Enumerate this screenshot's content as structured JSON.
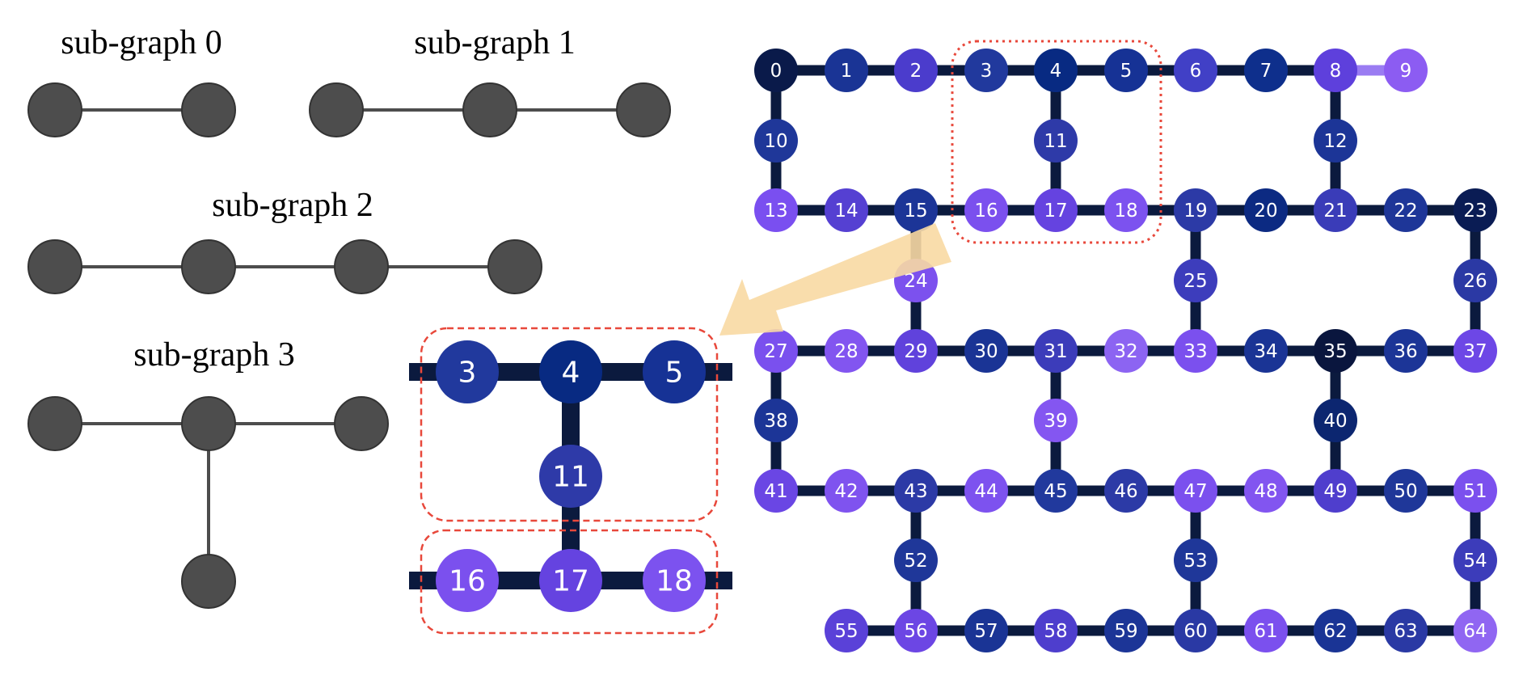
{
  "subgraphs": {
    "titles": [
      "sub-graph 0",
      "sub-graph 1",
      "sub-graph 2",
      "sub-graph 3"
    ]
  },
  "colors": {
    "subgraph_node": "#4d4d4d",
    "subgraph_edge": "#4d4d4d",
    "coupling_edge": "#0b1a3e",
    "highlight_box": "#e8483b",
    "arrow": "#f8d9a3",
    "light_edge": "#9a7cf2"
  },
  "device": {
    "qubits": [
      {
        "id": "0",
        "color": "#0a1a4a"
      },
      {
        "id": "1",
        "color": "#1a3495"
      },
      {
        "id": "2",
        "color": "#4b3ccc"
      },
      {
        "id": "3",
        "color": "#21399d"
      },
      {
        "id": "4",
        "color": "#082a82"
      },
      {
        "id": "5",
        "color": "#163295"
      },
      {
        "id": "6",
        "color": "#4140c6"
      },
      {
        "id": "7",
        "color": "#0e2f8c"
      },
      {
        "id": "8",
        "color": "#5e40dc"
      },
      {
        "id": "9",
        "color": "#8c5cf2"
      },
      {
        "id": "10",
        "color": "#1f3799"
      },
      {
        "id": "11",
        "color": "#2e3aa8"
      },
      {
        "id": "12",
        "color": "#1c3597"
      },
      {
        "id": "13",
        "color": "#7a4ff0"
      },
      {
        "id": "14",
        "color": "#5540d2"
      },
      {
        "id": "15",
        "color": "#1c3597"
      },
      {
        "id": "16",
        "color": "#7b50ee"
      },
      {
        "id": "17",
        "color": "#6543e0"
      },
      {
        "id": "18",
        "color": "#7c52ef"
      },
      {
        "id": "19",
        "color": "#2c3aa6"
      },
      {
        "id": "20",
        "color": "#0c2a82"
      },
      {
        "id": "21",
        "color": "#3a3cb8"
      },
      {
        "id": "22",
        "color": "#1e3698"
      },
      {
        "id": "23",
        "color": "#0a1c54"
      },
      {
        "id": "24",
        "color": "#7c51ee"
      },
      {
        "id": "25",
        "color": "#3d3dbc"
      },
      {
        "id": "26",
        "color": "#2b39a4"
      },
      {
        "id": "27",
        "color": "#7a50ee"
      },
      {
        "id": "28",
        "color": "#8255f0"
      },
      {
        "id": "29",
        "color": "#6042dc"
      },
      {
        "id": "30",
        "color": "#1a3495"
      },
      {
        "id": "31",
        "color": "#3c3cba"
      },
      {
        "id": "32",
        "color": "#8c64f2"
      },
      {
        "id": "33",
        "color": "#7b50ee"
      },
      {
        "id": "34",
        "color": "#1a3495"
      },
      {
        "id": "35",
        "color": "#0a163e"
      },
      {
        "id": "36",
        "color": "#1c3597"
      },
      {
        "id": "37",
        "color": "#6d47e6"
      },
      {
        "id": "38",
        "color": "#1c3597"
      },
      {
        "id": "39",
        "color": "#8456f1"
      },
      {
        "id": "40",
        "color": "#0c2670"
      },
      {
        "id": "41",
        "color": "#6a46e4"
      },
      {
        "id": "42",
        "color": "#7f53ef"
      },
      {
        "id": "43",
        "color": "#2c3aa6"
      },
      {
        "id": "44",
        "color": "#7d52ef"
      },
      {
        "id": "45",
        "color": "#21399d"
      },
      {
        "id": "46",
        "color": "#2c3aa6"
      },
      {
        "id": "47",
        "color": "#7b50ee"
      },
      {
        "id": "48",
        "color": "#8255f0"
      },
      {
        "id": "49",
        "color": "#4f3ecd"
      },
      {
        "id": "50",
        "color": "#1f3799"
      },
      {
        "id": "51",
        "color": "#7b50ee"
      },
      {
        "id": "52",
        "color": "#1f3799"
      },
      {
        "id": "53",
        "color": "#1f3799"
      },
      {
        "id": "54",
        "color": "#3c3cba"
      },
      {
        "id": "55",
        "color": "#5a41d8"
      },
      {
        "id": "56",
        "color": "#6c46e4"
      },
      {
        "id": "57",
        "color": "#1a3495"
      },
      {
        "id": "58",
        "color": "#4e3ecd"
      },
      {
        "id": "59",
        "color": "#1c3597"
      },
      {
        "id": "60",
        "color": "#2a39a4"
      },
      {
        "id": "61",
        "color": "#7b50ee"
      },
      {
        "id": "62",
        "color": "#1a3495"
      },
      {
        "id": "63",
        "color": "#2a39a4"
      },
      {
        "id": "64",
        "color": "#9066f2"
      }
    ]
  },
  "zoom": {
    "qubits": [
      {
        "id": "3",
        "color": "#21399d"
      },
      {
        "id": "4",
        "color": "#082a82"
      },
      {
        "id": "5",
        "color": "#163295"
      },
      {
        "id": "11",
        "color": "#2e3aa8"
      },
      {
        "id": "16",
        "color": "#7b50ee"
      },
      {
        "id": "17",
        "color": "#6543e0"
      },
      {
        "id": "18",
        "color": "#7c52ef"
      }
    ]
  }
}
